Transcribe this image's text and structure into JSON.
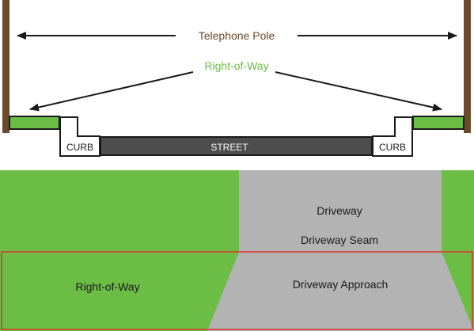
{
  "cross_section": {
    "pole_label": "Telephone Pole",
    "row_label": "Right-of-Way",
    "curb_left": "CURB",
    "curb_right": "CURB",
    "street_label": "STREET"
  },
  "plan_view": {
    "driveway": "Driveway",
    "seam": "Driveway Seam",
    "approach": "Driveway Approach",
    "right_of_way": "Right-of-Way"
  },
  "colors": {
    "pole": "#6b4a2a",
    "grass": "#6bbd45",
    "pavement_gray": "#b3b3b3",
    "street": "#4d4d4d",
    "row_text": "#6bbd45",
    "pole_text": "#6b4a2a",
    "outline_red": "#e0302a"
  }
}
